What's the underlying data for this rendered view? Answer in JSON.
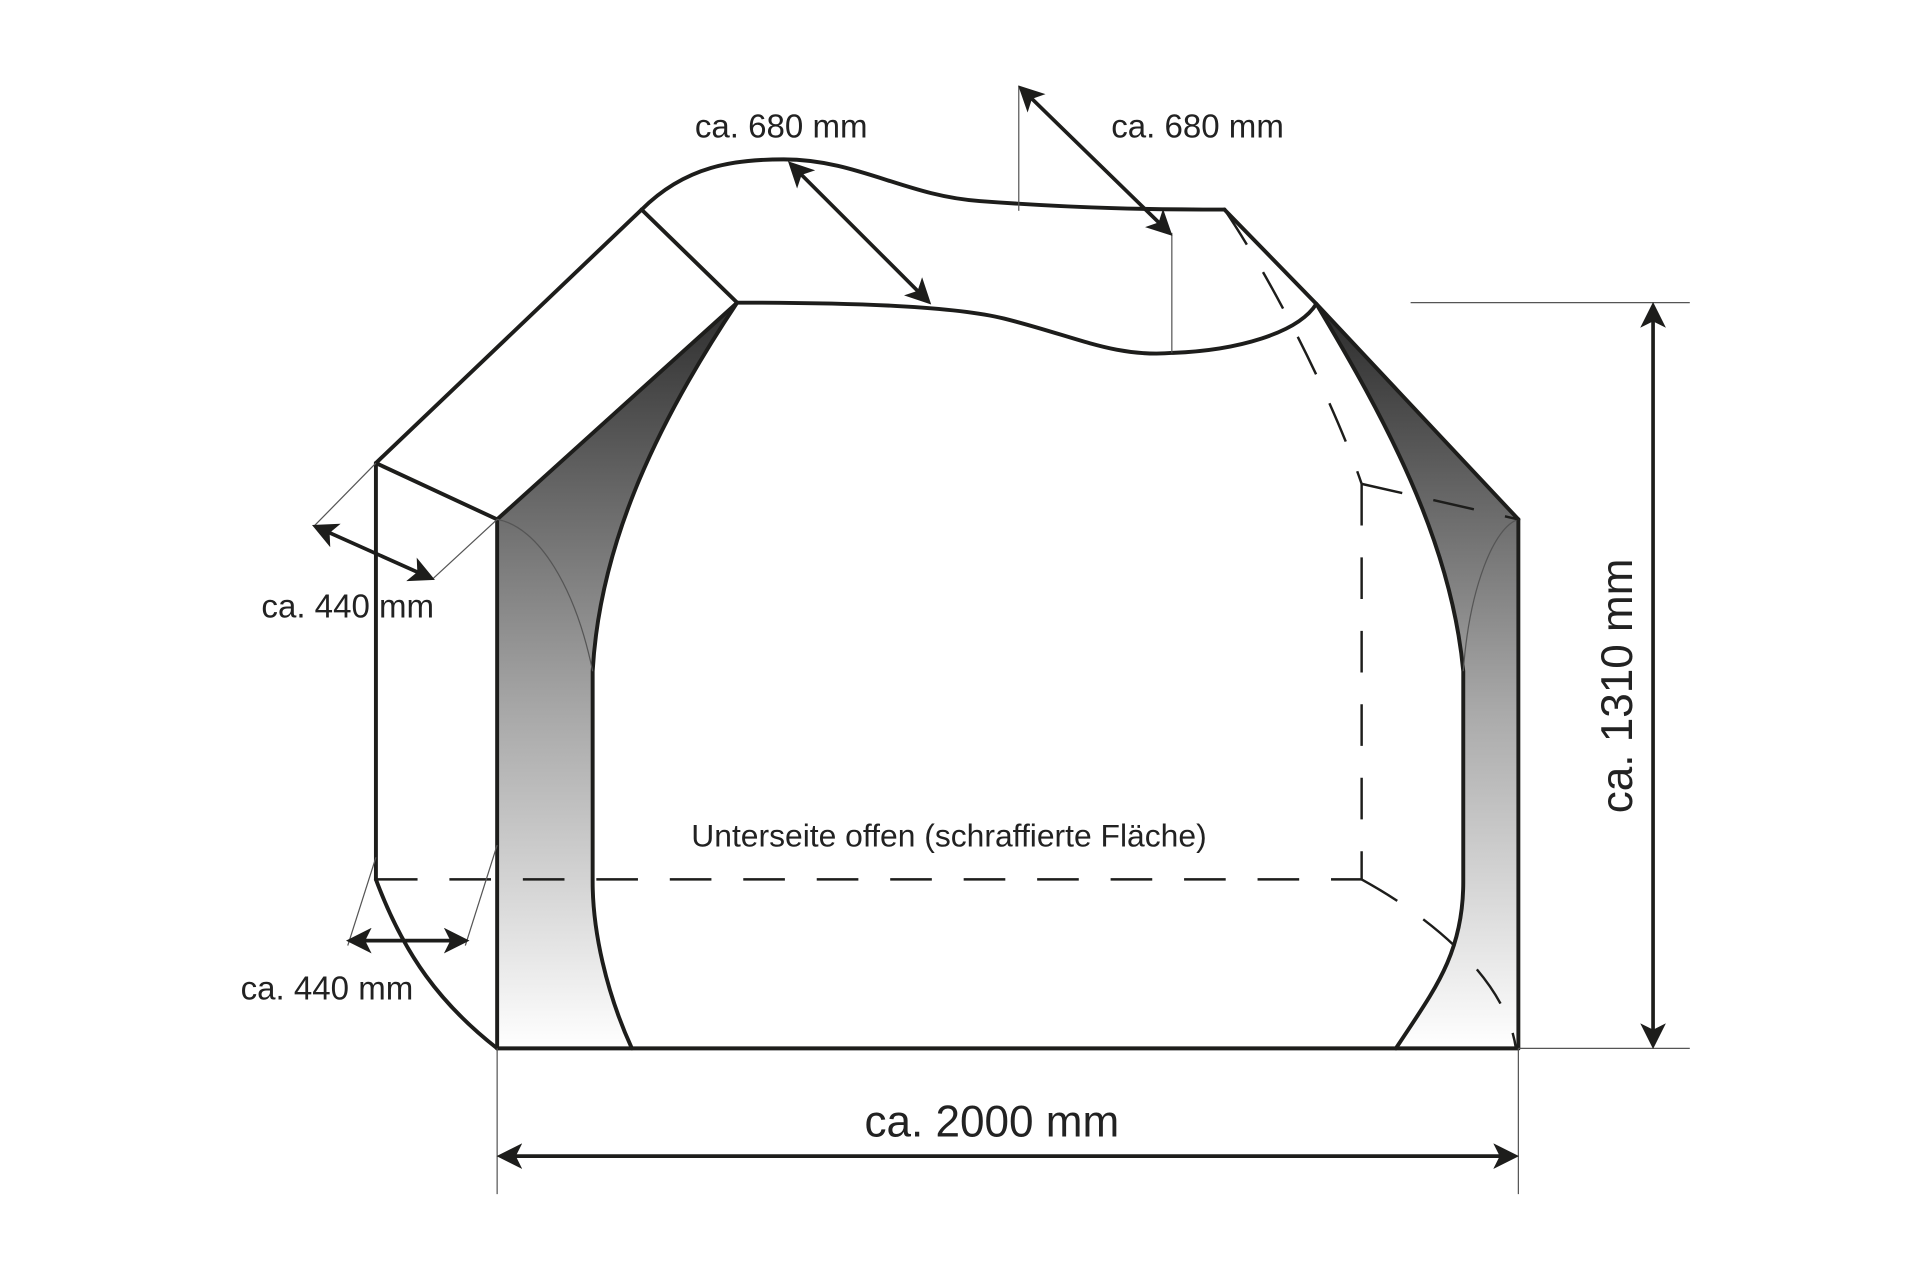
{
  "diagram": {
    "title": "Cover dimensions diagram",
    "labels": {
      "top_left_depth": "ca. 680 mm",
      "top_right_depth": "ca. 680 mm",
      "side_top_depth": "ca. 440 mm",
      "side_bottom_depth": "ca. 440 mm",
      "height": "ca. 1310 mm",
      "width": "ca. 2000 mm",
      "bottom_note": "Unterseite offen (schraffierte Fläche)"
    },
    "colors": {
      "line": "#1d1d1b",
      "shade_dark": "#3a3a3a",
      "shade_light": "#ffffff",
      "background": "#ffffff"
    }
  }
}
